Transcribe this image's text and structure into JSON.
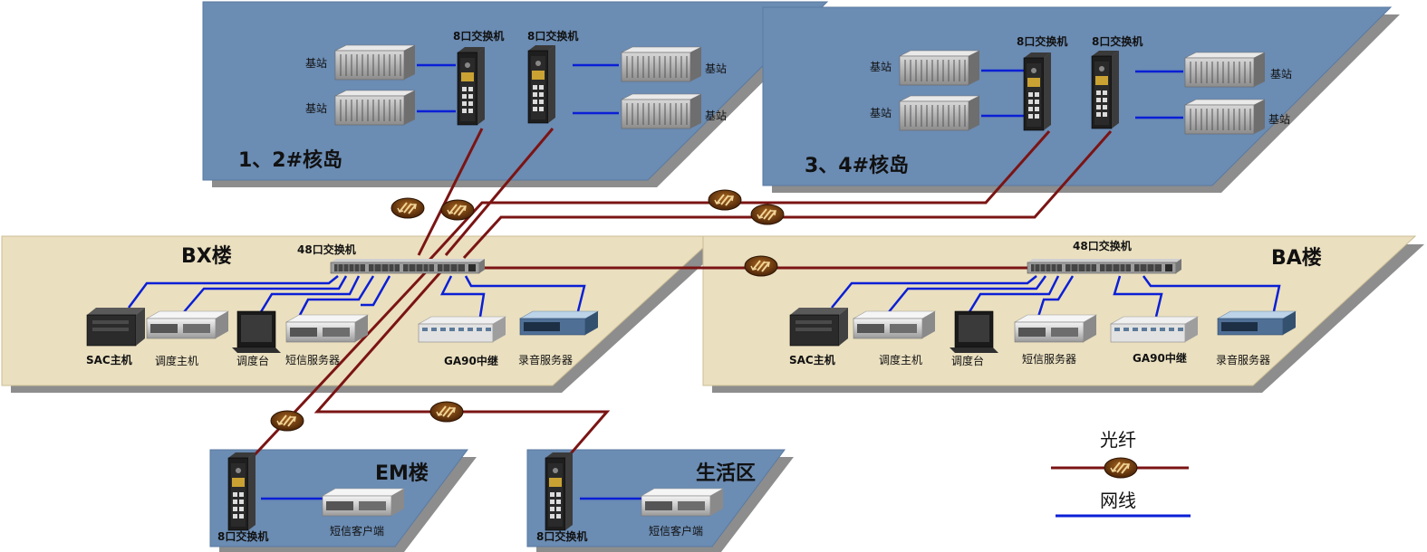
{
  "zones": {
    "nuclear_12": "1、2#核岛",
    "nuclear_34": "3、4#核岛",
    "bx": "BX楼",
    "ba": "BA楼",
    "em": "EM楼",
    "living": "生活区"
  },
  "labels": {
    "base_station": "基站",
    "switch8": "8口交换机",
    "switch48": "48口交换机",
    "sac_host": "SAC主机",
    "dispatch_host": "调度主机",
    "dispatch_console": "调度台",
    "sms_server": "短信服务器",
    "ga90_relay": "GA90中继",
    "recording_server": "录音服务器",
    "sms_client": "短信客户端"
  },
  "legend": {
    "fiber": "光纤",
    "network_cable": "网线"
  },
  "colors": {
    "nuclear_platform": "#6b8cb3",
    "building_platform": "#eadfbf",
    "fiber": "#7b1414",
    "network_cable": "#0a1fd6",
    "connector": "#6b3a10"
  }
}
